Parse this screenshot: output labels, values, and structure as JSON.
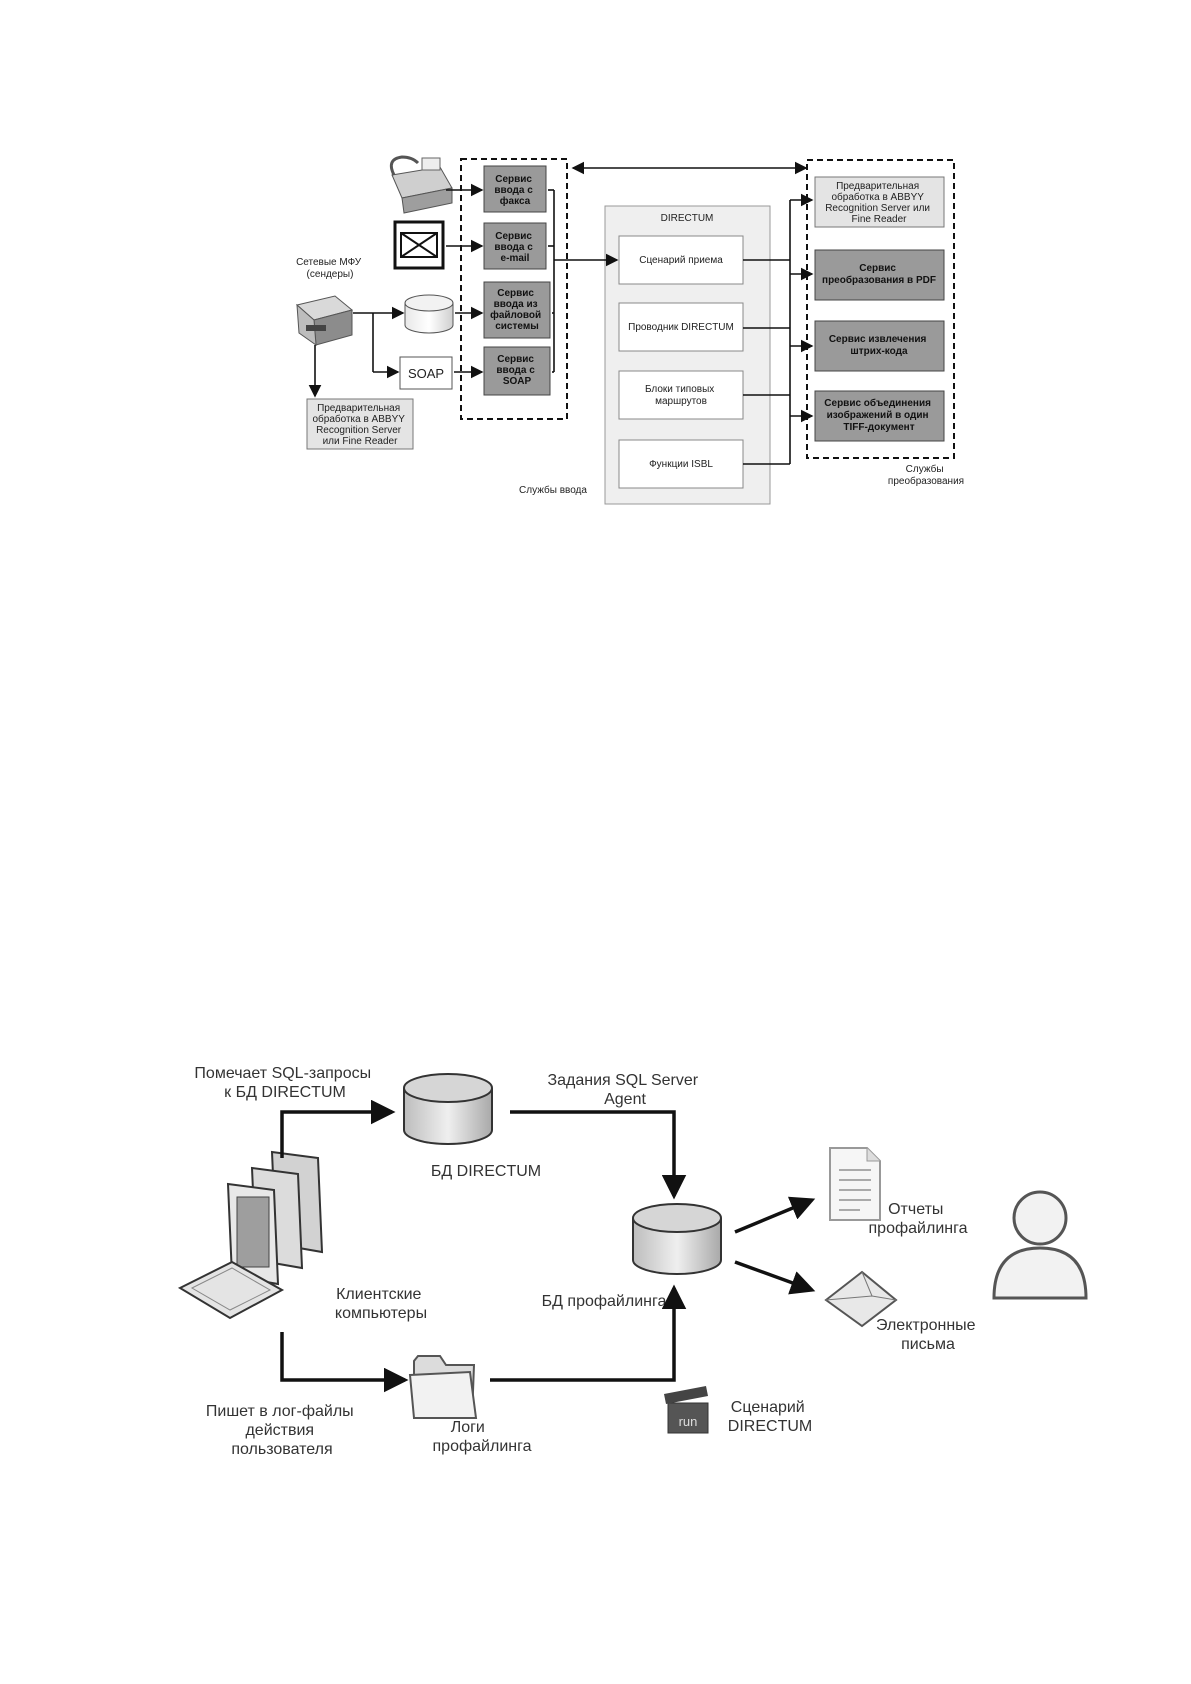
{
  "diagram1": {
    "mfu_label": [
      "Сетевые МФУ",
      "(сендеры)"
    ],
    "preproc_left": [
      "Предварительная",
      "обработка в ABBYY",
      "Recognition Server",
      "или Fine Reader"
    ],
    "input_services": [
      [
        "Сервис",
        "ввода с",
        "факса"
      ],
      [
        "Сервис",
        "ввода с",
        "e-mail"
      ],
      [
        "Сервис",
        "ввода из",
        "файловой",
        "системы"
      ],
      [
        "Сервис",
        "ввода с",
        "SOAP"
      ]
    ],
    "soap_label": "SOAP",
    "input_group_label": "Службы ввода",
    "directum": {
      "title": "DIRECTUM",
      "blocks": [
        [
          "Сценарий приема"
        ],
        [
          "Проводник DIRECTUM"
        ],
        [
          "Блоки типовых",
          "маршрутов"
        ],
        [
          "Функции ISBL"
        ]
      ]
    },
    "transform_services": [
      [
        "Предварительная",
        "обработка в ABBYY",
        "Recognition Server или",
        "Fine Reader"
      ],
      [
        "Сервис",
        "преобразования в PDF"
      ],
      [
        "Сервис извлечения",
        "штрих-кода"
      ],
      [
        "Сервис объединения",
        "изображений в один",
        "TIFF-документ"
      ]
    ],
    "transform_group_label": [
      "Службы",
      "преобразования"
    ]
  },
  "diagram2": {
    "marks_sql": [
      "Помечает SQL-запросы",
      "к БД DIRECTUM"
    ],
    "db_directum": "БД DIRECTUM",
    "agent_jobs": [
      "Задания SQL Server",
      "Agent"
    ],
    "clients": [
      "Клиентские",
      "компьютеры"
    ],
    "db_profiling": "БД профайлинга",
    "reports": [
      "Отчеты",
      "профайлинга"
    ],
    "emails": [
      "Электронные",
      "письма"
    ],
    "writes_logs": [
      "Пишет в лог-файлы",
      "действия",
      "пользователя"
    ],
    "logs": [
      "Логи",
      "профайлинга"
    ],
    "script": [
      "Сценарий",
      "DIRECTUM"
    ],
    "run_label": "run"
  }
}
